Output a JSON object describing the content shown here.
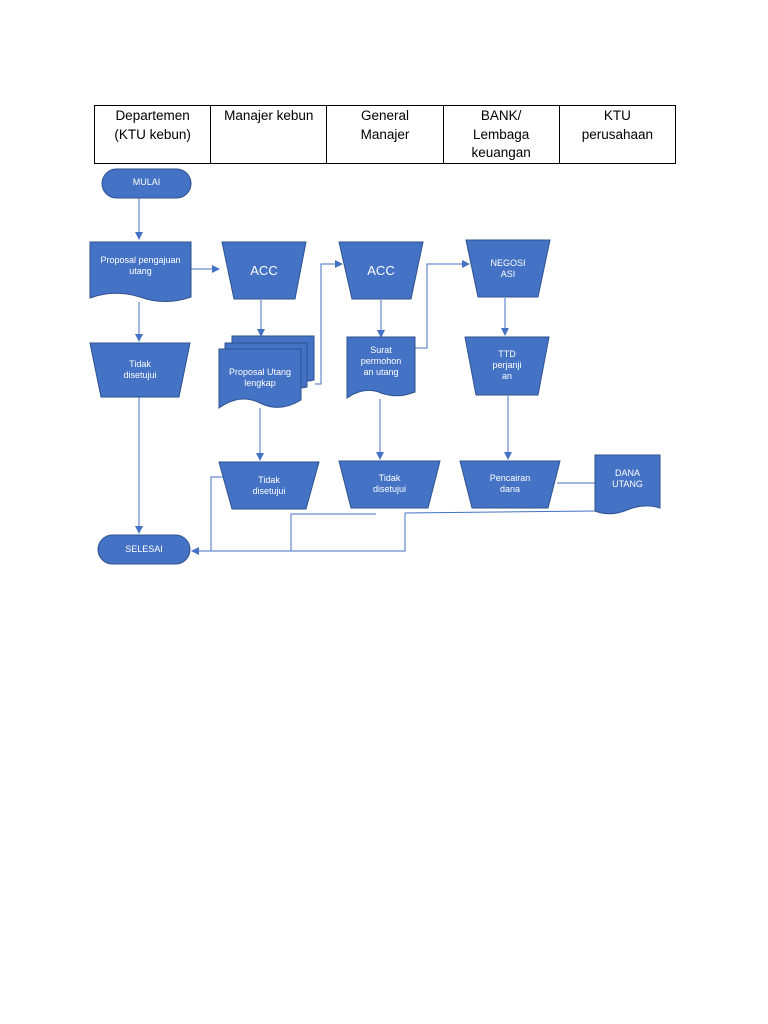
{
  "lanes": [
    "Departemen\n(KTU kebun)",
    "Manajer kebun",
    "General\nManajer",
    "BANK/\nLembaga\nkeuangan",
    "KTU\nperusahaan"
  ],
  "nodes": {
    "mulai": "MULAI",
    "proposal_pengajuan": "Proposal pengajuan\nutang",
    "acc_manajer": "ACC",
    "acc_gm": "ACC",
    "negosiasi": "NEGOSI\nASI",
    "tidak_disetujui_dept": "Tidak\ndisetujui",
    "proposal_lengkap": "Proposal Utang\nlengkap",
    "surat_permohonan": "Surat\npermohon\nan utang",
    "ttd_perjanjian": "TTD\nperjanji\nan",
    "tidak_disetujui_manajer": "Tidak\ndisetujui",
    "tidak_disetujui_gm": "Tidak\ndisetujui",
    "pencairan_dana": "Pencairan\ndana",
    "dana_utang": "DANA\nUTANG",
    "selesai": "SELESAI"
  },
  "colors": {
    "fill": "#4472C4",
    "stroke": "#2F528F",
    "line": "#4472C4",
    "text": "#ffffff"
  }
}
